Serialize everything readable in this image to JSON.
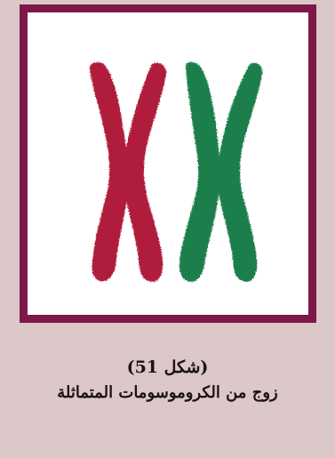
{
  "figure": {
    "number_label": "(شكل 51)",
    "title": "زوج من الكروموسومات المتماثلة"
  },
  "colors": {
    "page_background": "#dcc7c9",
    "frame_border": "#7b1a4a",
    "frame_fill": "#ffffff",
    "chromosome_left": "#b01f3a",
    "chromosome_right": "#1e7f4c",
    "caption_text": "#1c1414"
  },
  "illustration": {
    "chromosomes": [
      {
        "color_name": "red"
      },
      {
        "color_name": "green"
      }
    ]
  }
}
